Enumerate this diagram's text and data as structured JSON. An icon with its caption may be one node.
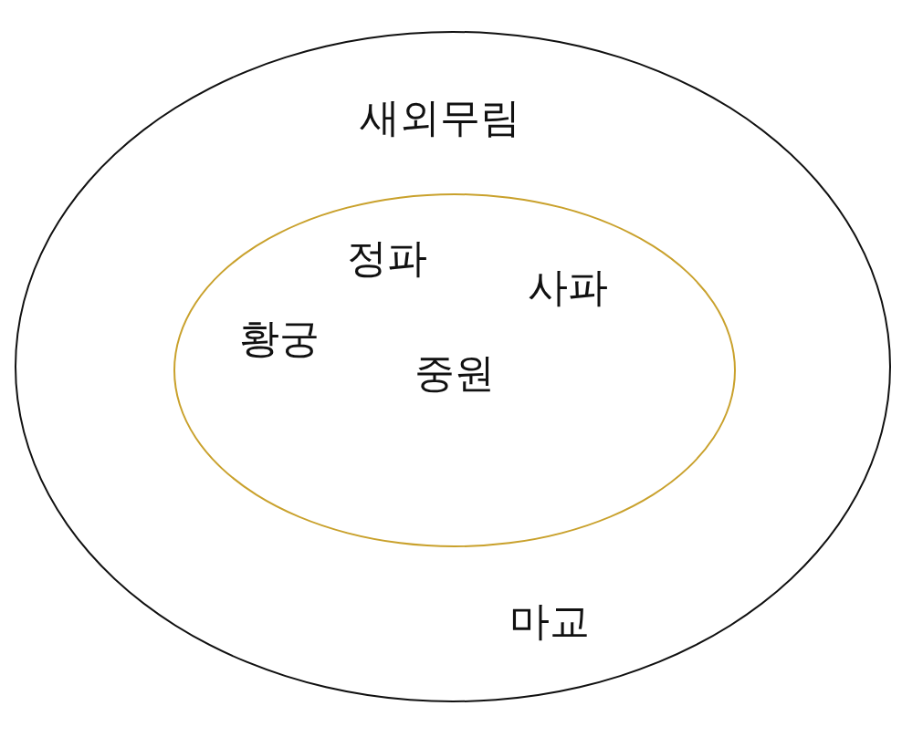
{
  "diagram": {
    "nodes": [
      {
        "text": [
          "새외무림",
          "마교"
        ]
      },
      {
        "text": [
          "정파",
          "사파",
          "황궁",
          "중원"
        ],
        "in": 0
      }
    ]
  }
}
